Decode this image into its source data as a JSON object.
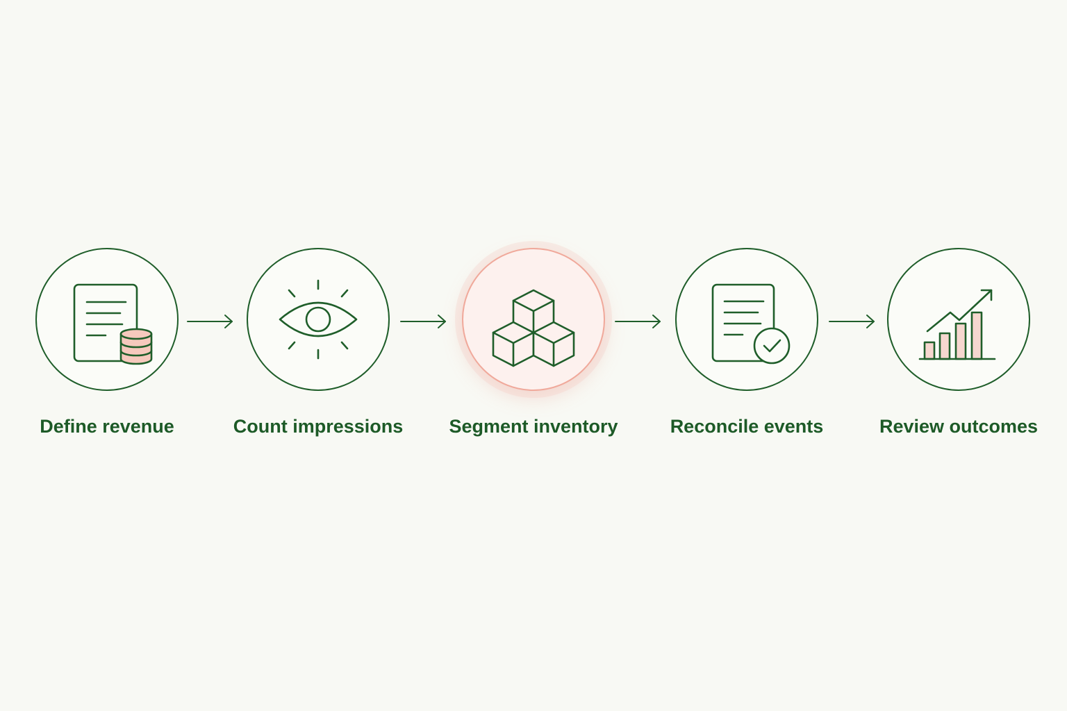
{
  "colors": {
    "background": "#f8f9f4",
    "stroke": "#1f5e2a",
    "label": "#1d5a27",
    "accent": "#f0a99b",
    "accent_fill": "#f6c9bd"
  },
  "steps": [
    {
      "label": "Define revenue",
      "icon": "document-database-icon",
      "active": false
    },
    {
      "label": "Count impressions",
      "icon": "eye-icon",
      "active": false
    },
    {
      "label": "Segment inventory",
      "icon": "cubes-icon",
      "active": true
    },
    {
      "label": "Reconcile events",
      "icon": "document-check-icon",
      "active": false
    },
    {
      "label": "Review outcomes",
      "icon": "bar-chart-trend-icon",
      "active": false
    }
  ],
  "connectors": [
    {
      "icon": "arrow-right-icon"
    },
    {
      "icon": "arrow-right-icon"
    },
    {
      "icon": "arrow-right-icon"
    },
    {
      "icon": "arrow-right-icon"
    }
  ]
}
